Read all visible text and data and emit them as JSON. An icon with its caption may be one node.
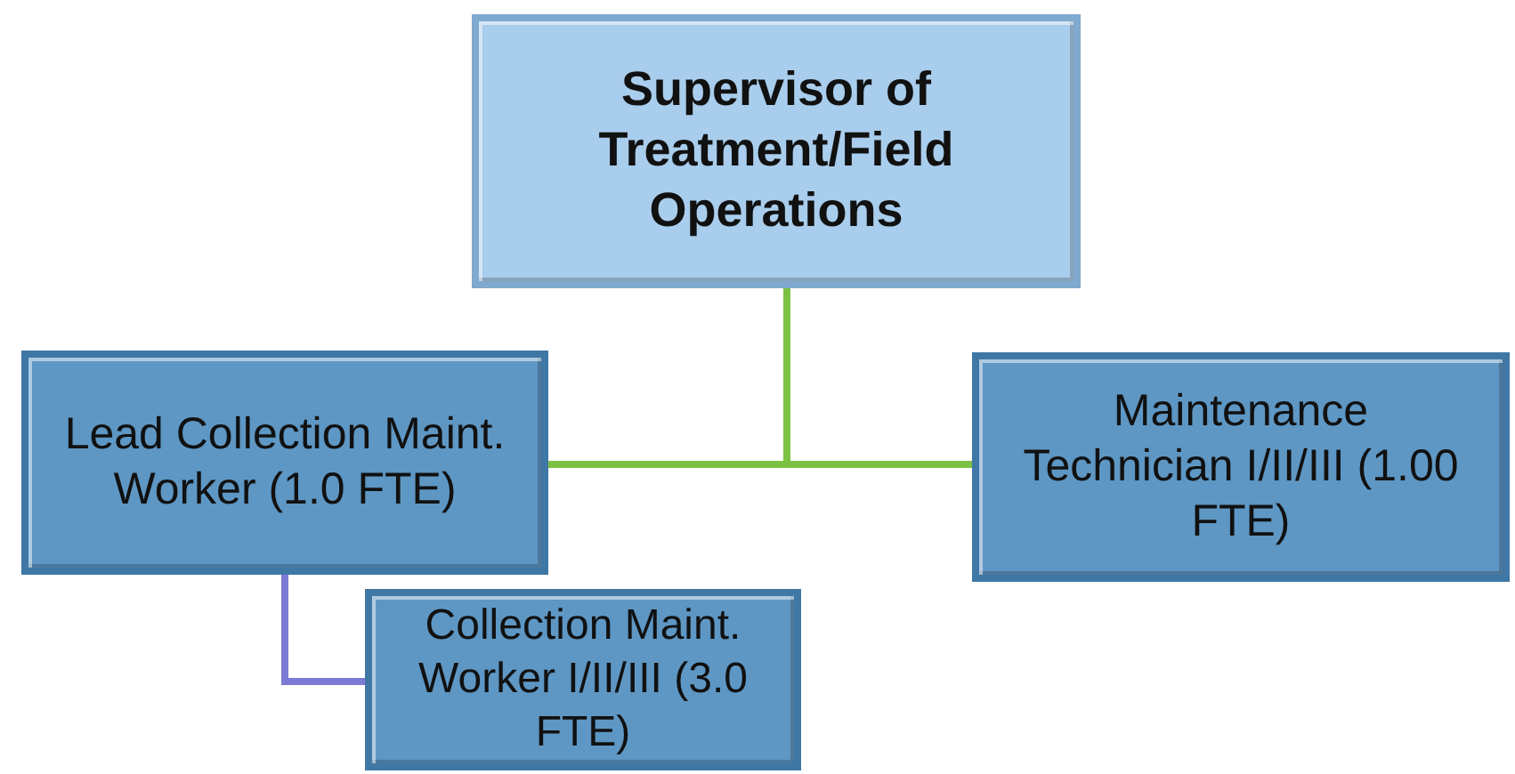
{
  "diagram": {
    "nodes": [
      {
        "text": [
          "Supervisor of Treatment/Field Operations"
        ]
      },
      {
        "text": [
          "Lead Collection Maint. Worker (1.0 FTE)"
        ]
      },
      {
        "text": [
          "Maintenance Technician I/II/III (1.00 FTE)"
        ]
      },
      {
        "text": [
          "Collection Maint. Worker I/II/III (3.0 FTE)"
        ]
      }
    ],
    "edges": [
      {
        "from": 0,
        "to": 1,
        "arrow": "none"
      },
      {
        "from": 0,
        "to": 2,
        "arrow": "none"
      },
      {
        "from": 1,
        "to": 3,
        "arrow": "none",
        "color": "#7b7bd6"
      }
    ]
  }
}
